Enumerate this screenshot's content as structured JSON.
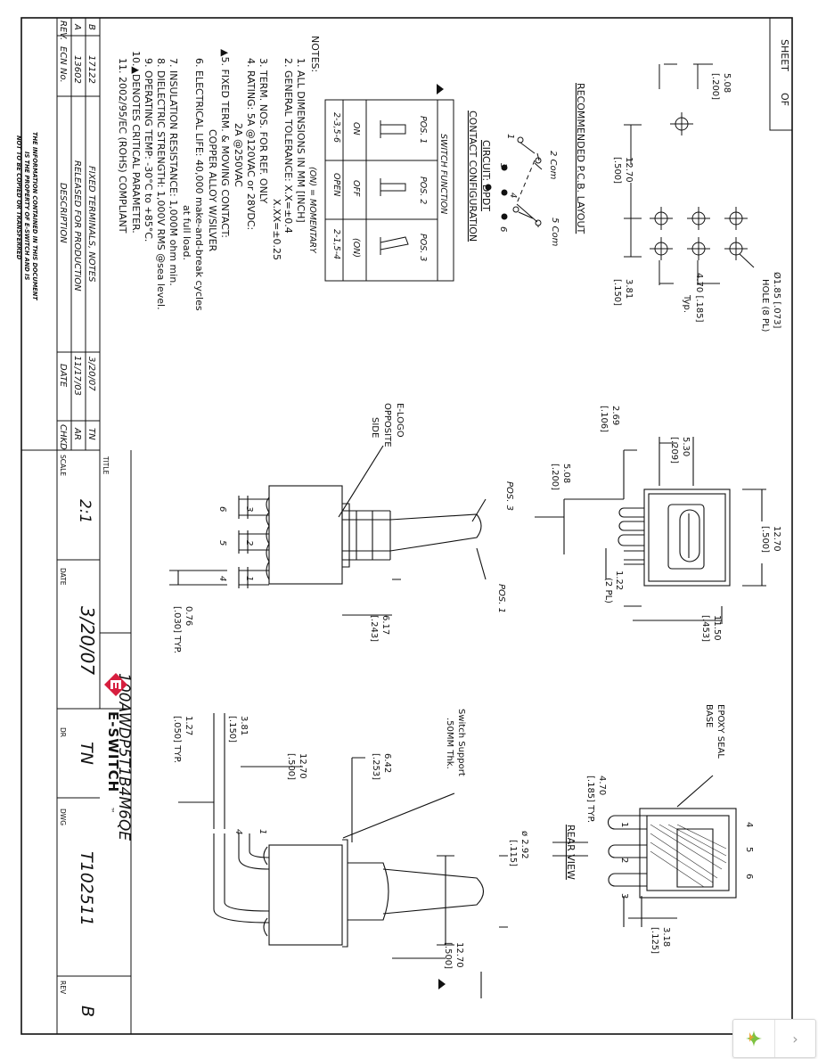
{
  "sheet": {
    "label": "SHEET",
    "of": "OF"
  },
  "notes": {
    "heading": "NOTES:",
    "items": [
      "1. ALL DIMENSIONS IN MM [INCH]",
      "2. GENERAL TOLERANCE: X.X=±0.4",
      "X.XX=±0.25",
      "3. TERM. NOS. FOR REF. ONLY",
      "4. RATING: 5A @120VAC or 28VDC:",
      "2A @250VAC",
      "▲5. FIXED TERM. & MOVING CONTACT:",
      "COPPER ALLOY W/SILVER",
      "6. ELECTRICAL LIFE: 40,000 make-and-break cycles",
      "at full load.",
      "7. INSULATION RESISTANCE: 1,000M ohm min.",
      "8. DIELECTRIC STRENGTH: 1,000V RMS @sea level.",
      "9. OPERATING TEMP: -30°C to +85°C.",
      "10.▲DENOTES CRITICAL PARAMETER.",
      "11. 2002/95/EC (ROHS) COMPLIANT"
    ]
  },
  "circuit": {
    "heading": "CIRCUIT: DPDT",
    "subheading": "CONTACT CONFIGURATION",
    "terminals": [
      "1",
      "2 Com",
      "3",
      "4",
      "5 Com",
      "6"
    ]
  },
  "switch_function": {
    "title": "SWITCH FUNCTION",
    "columns": [
      "POS. 1",
      "POS. 2",
      "POS. 3"
    ],
    "states": [
      "ON",
      "OFF",
      "(ON)"
    ],
    "connections": [
      "2-3,5-6",
      "OPEN",
      "2-1,5-4"
    ],
    "footnote": "(ON) = MOMENTARY"
  },
  "pcb_layout": {
    "title": "RECOMMENDED P.C.B. LAYOUT",
    "dims": [
      "5.08",
      "[.200]",
      "12.70",
      "[.500]",
      "3.81",
      "[.150]",
      "4.70 [.185]",
      "Typ.",
      "Ø1.85 [.073]",
      "HOLE (8 PL)"
    ]
  },
  "top_view": {
    "dims": [
      "5.30",
      "[.209]",
      "2.69",
      "[.106]",
      "5.08",
      "[.200]",
      "12.70",
      "[.500]",
      "1.22",
      "(2 PL)",
      "11.50",
      "[.453]"
    ]
  },
  "side_view": {
    "labels": [
      "E-LOGO",
      "OPPOSITE",
      "SIDE",
      "POS. 3",
      "POS. 1"
    ],
    "terminals": [
      "6",
      "5",
      "4",
      "3",
      "2",
      "1"
    ],
    "dims": [
      "6.17",
      "[.243]",
      "0.76",
      "[.030] TYP."
    ]
  },
  "rear_view": {
    "title": "REAR VIEW",
    "labels": [
      "EPOXY SEAL",
      "BASE"
    ],
    "terminals": [
      "4",
      "5",
      "6",
      "1",
      "2",
      "3"
    ],
    "dims": [
      "4.70",
      "[.185] TYP.",
      "3.18",
      "[.125]"
    ]
  },
  "end_view": {
    "labels": [
      "Switch Support",
      ".50MM Thk."
    ],
    "terminals": [
      "1",
      "4"
    ],
    "dims": [
      "3.81",
      "[.150]",
      "1.27",
      "[.050] TYP.",
      "12.70",
      "[.500]",
      "6.42",
      "[.253]",
      "ø 2.92",
      "[.115]",
      "12.70",
      "[.500]"
    ]
  },
  "revisions": {
    "headers": [
      "REV.",
      "ECN No.",
      "DESCRIPTION",
      "DATE",
      "CHKD"
    ],
    "rows": [
      [
        "B",
        "17122",
        "FIXED TERMINALS, NOTES",
        "3/20/07",
        "TN"
      ],
      [
        "A",
        "13602",
        "RELEASED FOR PRODUCTION",
        "11/17/03",
        "AR"
      ]
    ],
    "disclaimer": [
      "THE INFORMATION CONTAINED IN THIS DOCUMENT",
      "IS THE PROPERTY OF E-SWITCH AND IS",
      "NOT TO BE COPIED OR TRANSFERRED"
    ]
  },
  "title_block": {
    "logo_text": "E-SWITCH",
    "trademark": "™",
    "title_label": "TITLE",
    "title": "100AWDP5T1B4M6QE",
    "scale_label": "SCALE",
    "scale": "2:1",
    "date_label": "DATE",
    "date": "3/20/07",
    "dr_label": "DR",
    "dr": "TN",
    "dwg_label": "DWG",
    "dwg": "T102511",
    "rev_label": "REV",
    "rev": "B"
  },
  "colors": {
    "logo_red": "#d71f3f",
    "line": "#111111",
    "paper": "#ffffff"
  },
  "nav_widget": {
    "icon": "sparkle-logo-icon",
    "arrow": "›"
  }
}
